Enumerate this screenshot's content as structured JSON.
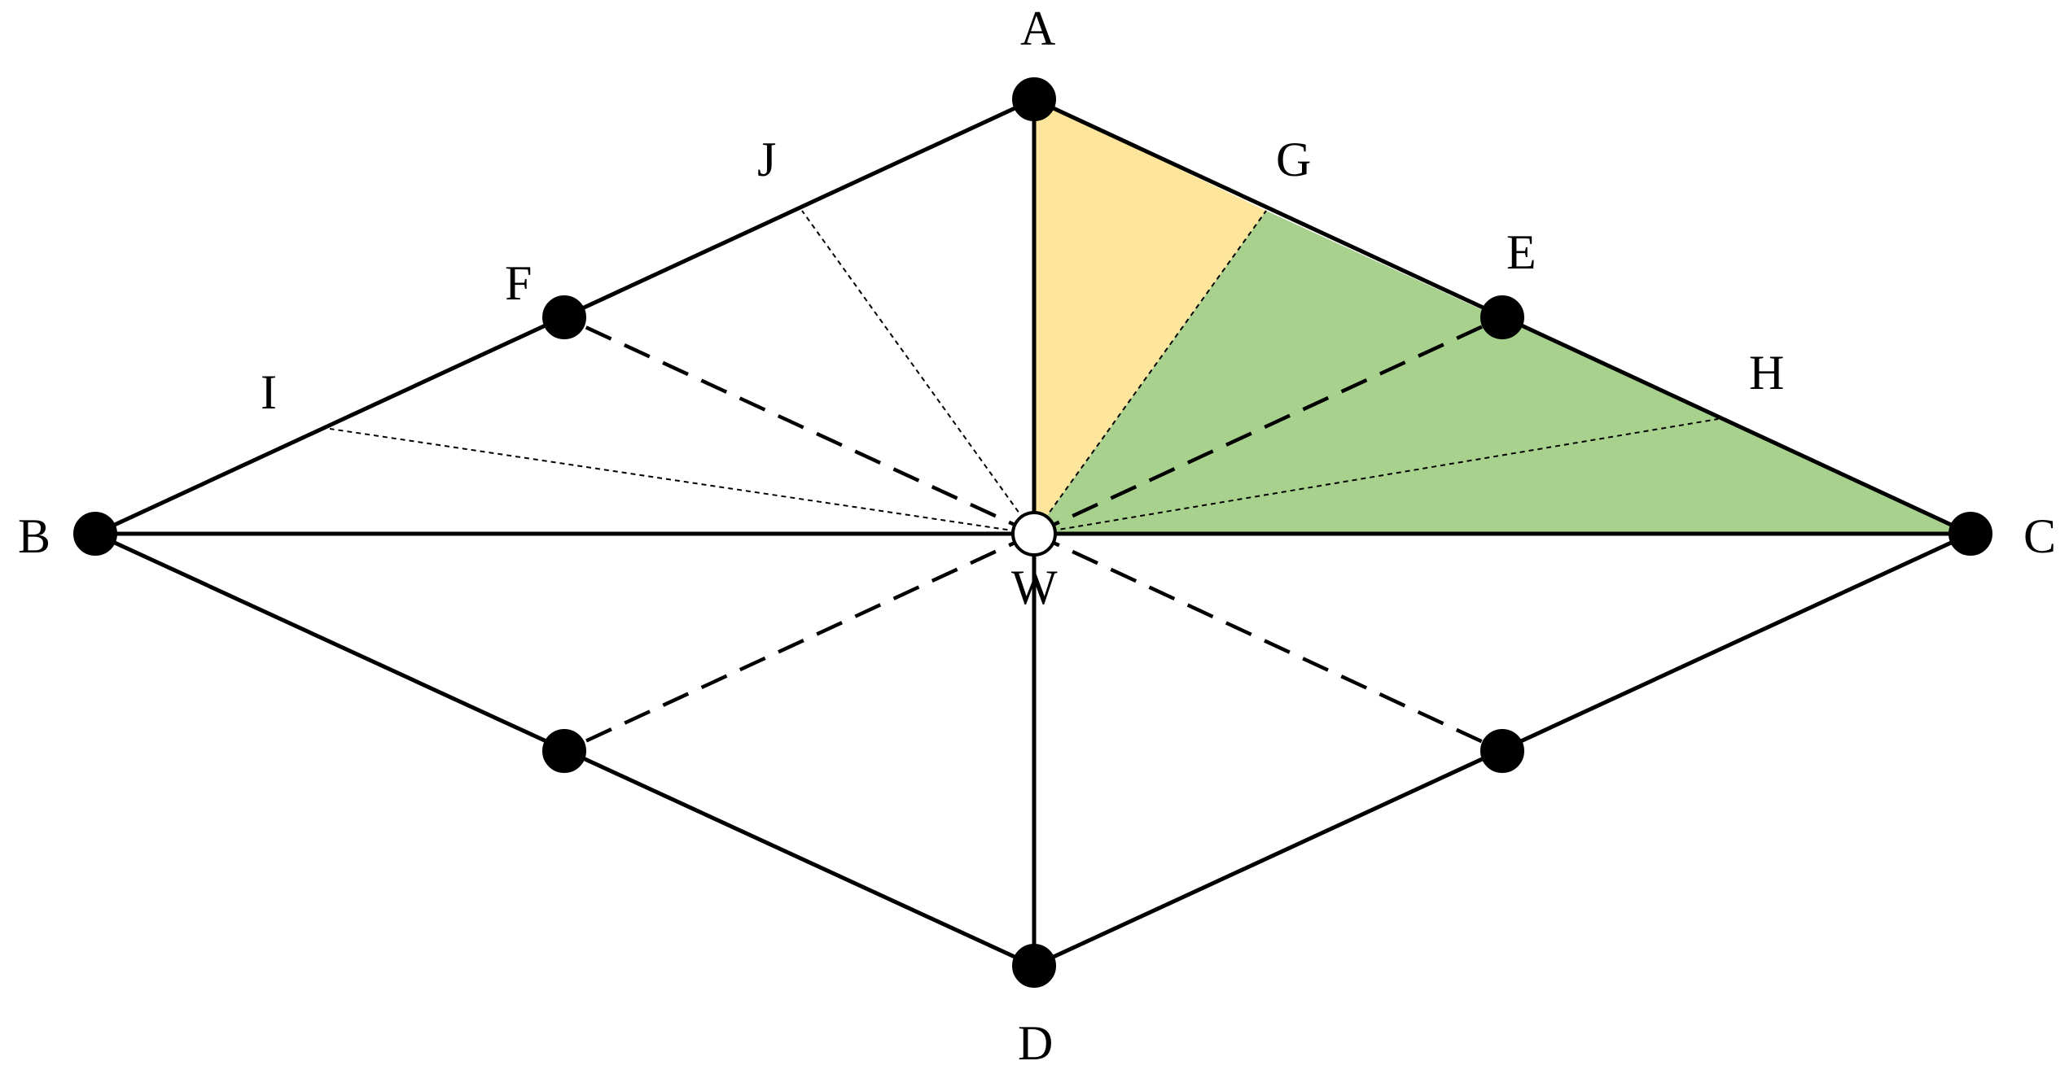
{
  "labels": {
    "A": "A",
    "B": "B",
    "C": "C",
    "D": "D",
    "E": "E",
    "F": "F",
    "G": "G",
    "H": "H",
    "I": "I",
    "J": "J",
    "W": "W"
  },
  "colors": {
    "yellow_region": "#FDE69C",
    "green_region": "#A9D18E",
    "line": "#000000",
    "background": "#FFFFFF"
  }
}
